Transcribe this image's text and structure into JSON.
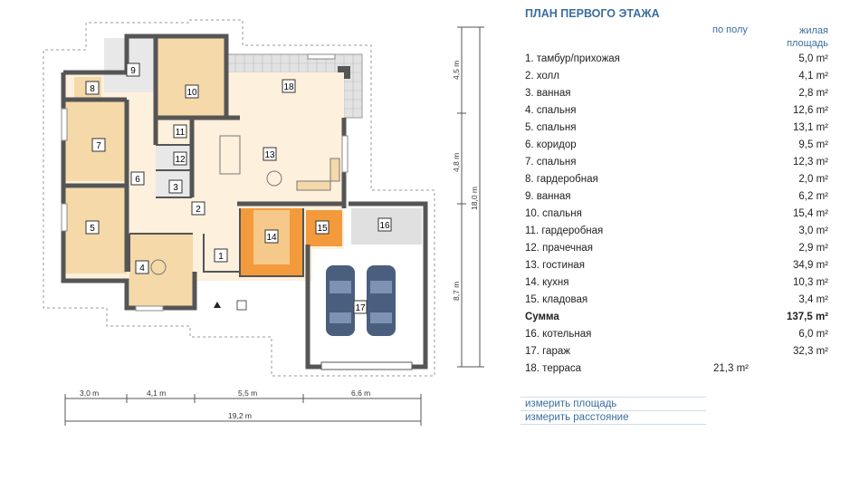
{
  "plan": {
    "rooms": [
      "1",
      "2",
      "3",
      "4",
      "5",
      "6",
      "7",
      "8",
      "9",
      "10",
      "11",
      "12",
      "13",
      "14",
      "15",
      "16",
      "17",
      "18"
    ],
    "dims_bottom": [
      "3,0 m",
      "4,1 m",
      "5,5 m",
      "6,6 m"
    ],
    "dim_total_bottom": "19,2 m",
    "dims_right": [
      "4,5 m",
      "4,8 m",
      "8,7 m"
    ],
    "dim_total_right": "18,0 m",
    "colors": {
      "wall": "#555555",
      "bedroom": "#f5d9a8",
      "hall": "#fdf0dc",
      "kitchen": "#f39b3c",
      "terrace_tile": "#dcdcdc",
      "car": "#4a5e7e"
    }
  },
  "panel": {
    "title": "ПЛАН ПЕРВОГО ЭТАЖА",
    "col_floor": "по полу",
    "col_living_1": "жилая",
    "col_living_2": "площадь",
    "rows": [
      {
        "name": "1. тамбур/прихожая",
        "val": "5,0 m²"
      },
      {
        "name": "2. холл",
        "val": "4,1 m²"
      },
      {
        "name": "3. ванная",
        "val": "2,8 m²"
      },
      {
        "name": "4. спальня",
        "val": "12,6 m²"
      },
      {
        "name": "5. спальня",
        "val": "13,1 m²"
      },
      {
        "name": "6. коридор",
        "val": "9,5 m²"
      },
      {
        "name": "7. спальня",
        "val": "12,3 m²"
      },
      {
        "name": "8. гардеробная",
        "val": "2,0 m²"
      },
      {
        "name": "9. ванная",
        "val": "6,2 m²"
      },
      {
        "name": "10. спальня",
        "val": "15,4 m²"
      },
      {
        "name": "11. гардеробная",
        "val": "3,0 m²"
      },
      {
        "name": "12. прачечная",
        "val": "2,9 m²"
      },
      {
        "name": "13. гостиная",
        "val": "34,9 m²"
      },
      {
        "name": "14. кухня",
        "val": "10,3 m²"
      },
      {
        "name": "15. кладовая",
        "val": "3,4 m²"
      }
    ],
    "sum_label": "Сумма",
    "sum_val": "137,5 m²",
    "rows_after": [
      {
        "name": "16. котельная",
        "val": "6,0 m²"
      },
      {
        "name": "17. гараж",
        "val": "32,3 m²"
      }
    ],
    "terrace_name": "18. терраса",
    "terrace_val": "21,3 m²",
    "link_area": "измерить площадь",
    "link_distance": "измерить расстояние"
  }
}
